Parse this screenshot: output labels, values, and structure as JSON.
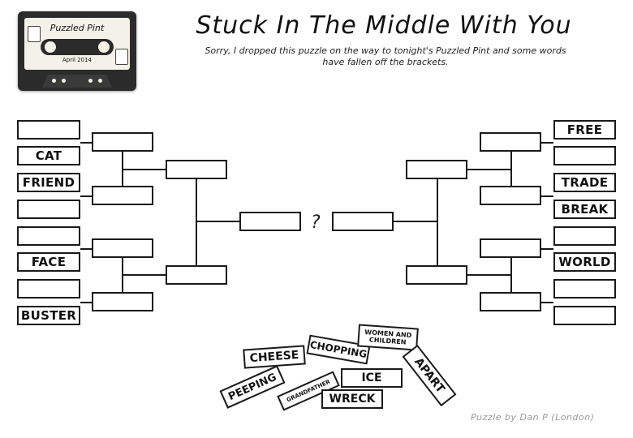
{
  "title": "Stuck In The Middle With You",
  "subtitle_line1": "Sorry, I dropped this puzzle on the way to tonight's Puzzled Pint and some words",
  "subtitle_line2": "have fallen off the brackets.",
  "credit": "Puzzle by Dan P (London)",
  "center_mark": "?",
  "logo": {
    "brand": "Puzzled Pint",
    "date": "April 2014"
  },
  "left_bracket": [
    "",
    "CAT",
    "FRIEND",
    "",
    "",
    "FACE",
    "",
    "BUSTER"
  ],
  "right_bracket": [
    "FREE",
    "",
    "TRADE",
    "BREAK",
    "",
    "WORLD",
    "",
    ""
  ],
  "fallen_words": [
    {
      "name": "fallen-word-cheese",
      "text": "CHEESE"
    },
    {
      "name": "fallen-word-chopping",
      "text": "CHOPPING"
    },
    {
      "name": "fallen-word-women-and-children",
      "text": "WOMEN AND CHILDREN"
    },
    {
      "name": "fallen-word-apart",
      "text": "APART"
    },
    {
      "name": "fallen-word-peeping",
      "text": "PEEPING"
    },
    {
      "name": "fallen-word-grandfather",
      "text": "GRANDFATHER"
    },
    {
      "name": "fallen-word-ice",
      "text": "ICE"
    },
    {
      "name": "fallen-word-wreck",
      "text": "WRECK"
    }
  ]
}
